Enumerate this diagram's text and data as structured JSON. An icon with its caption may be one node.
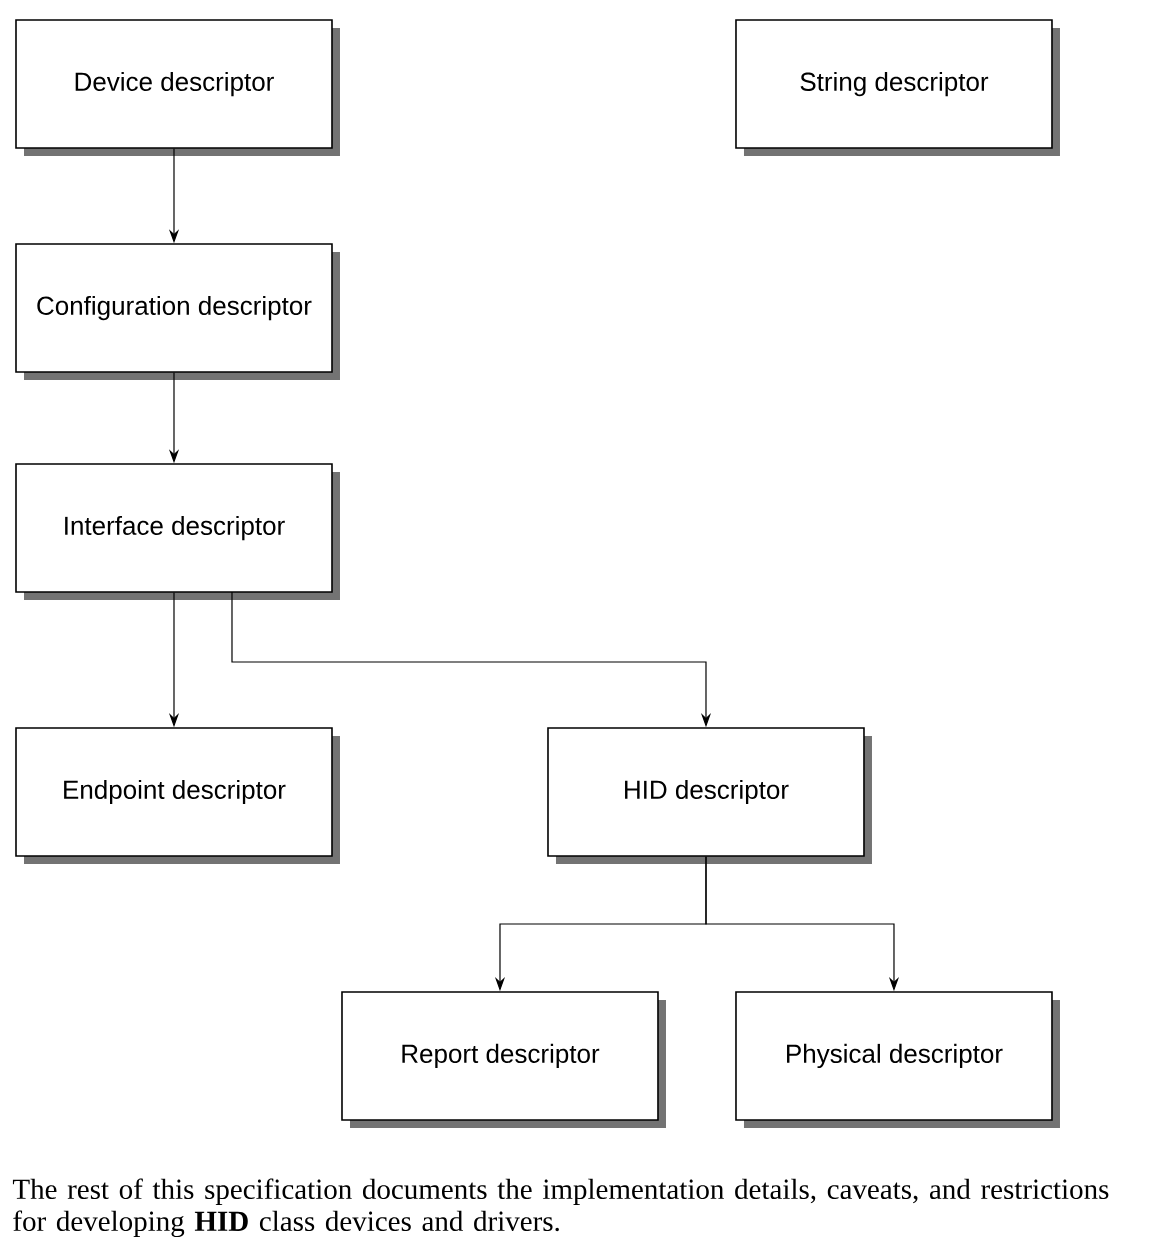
{
  "diagram": {
    "caption": "The rest of this specification documents the implementation details, caveats, and restrictions for developing **HID** class devices and drivers.",
    "nodes": [
      {
        "text": [
          "Device descriptor"
        ]
      },
      {
        "text": [
          "String descriptor"
        ]
      },
      {
        "text": [
          "Configuration descriptor"
        ]
      },
      {
        "text": [
          "Interface descriptor"
        ]
      },
      {
        "text": [
          "Endpoint descriptor"
        ]
      },
      {
        "text": [
          "HID descriptor"
        ]
      },
      {
        "text": [
          "Report descriptor"
        ]
      },
      {
        "text": [
          "Physical descriptor"
        ]
      }
    ],
    "edges": [
      {
        "from": 0,
        "to": 2,
        "arrow": "to"
      },
      {
        "from": 2,
        "to": 3,
        "arrow": "to"
      },
      {
        "from": 3,
        "to": 4,
        "arrow": "to"
      },
      {
        "from": 3,
        "to": 5,
        "arrow": "to"
      },
      {
        "from": 5,
        "to": 6,
        "arrow": "to"
      },
      {
        "from": 5,
        "to": 7,
        "arrow": "to"
      }
    ]
  }
}
